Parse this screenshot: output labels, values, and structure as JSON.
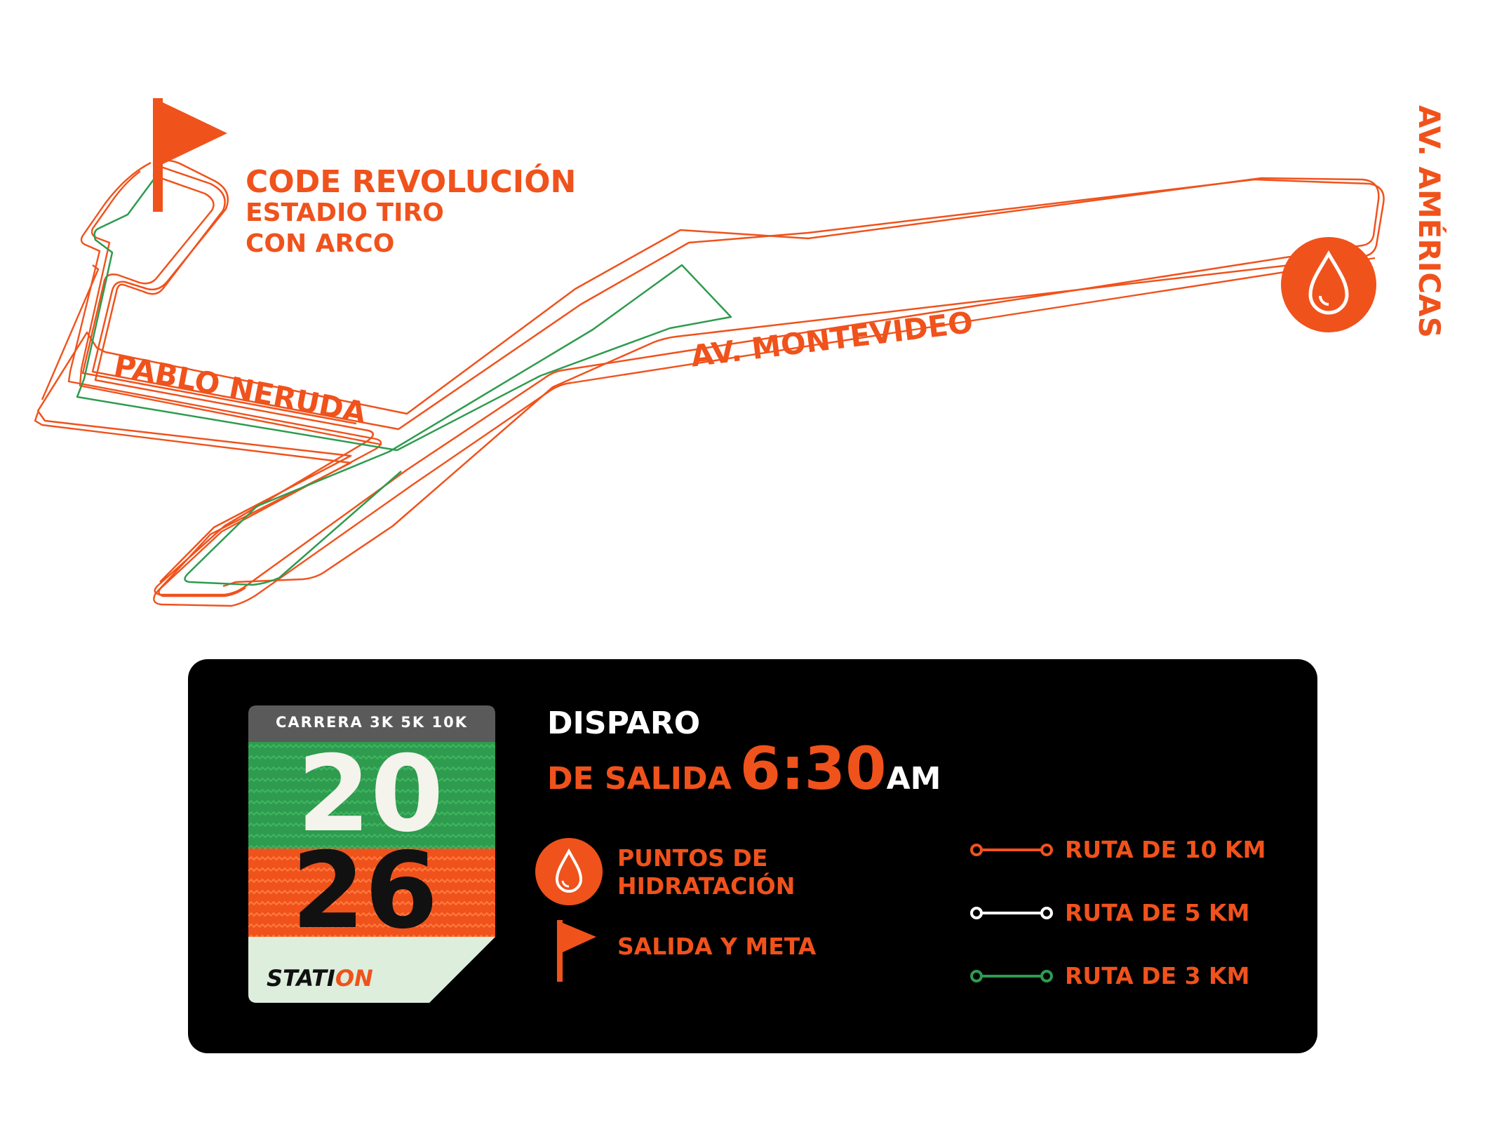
{
  "venue": {
    "line1": "CODE REVOLUCIÓN",
    "line2": "ESTADIO TIRO",
    "line3": "CON ARCO"
  },
  "streets": {
    "neruda": "PABLO NERUDA",
    "montevideo": "AV. MONTEVIDEO",
    "americas": "AV. AMÉRICAS"
  },
  "map_icons": {
    "start_finish": "flag-icon",
    "hydration": "water-drop-icon"
  },
  "legend": {
    "badge": {
      "top_text": "CARRERA 3K 5K 10K",
      "year_top": "20",
      "year_bottom": "26",
      "brand_part1": "STATI",
      "brand_part2": "ON"
    },
    "start": {
      "word1": "DISPARO",
      "word2": "DE SALIDA",
      "time": "6:30",
      "ampm": "AM"
    },
    "hydration_line1": "PUNTOS DE",
    "hydration_line2": "HIDRATACIÓN",
    "start_finish_label": "SALIDA Y META",
    "routes": [
      {
        "label": "RUTA DE 10 KM",
        "color": "#F0521C"
      },
      {
        "label": "RUTA DE 5 KM",
        "color": "#ffffff"
      },
      {
        "label": "RUTA DE 3 KM",
        "color": "#2E9B4E"
      }
    ]
  },
  "colors": {
    "accent": "#F0521C",
    "green": "#2E9B4E",
    "panel": "#000000"
  }
}
